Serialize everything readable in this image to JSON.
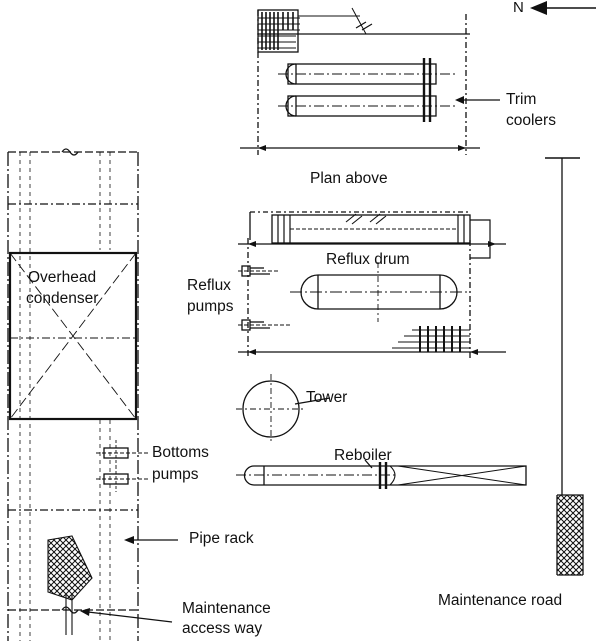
{
  "compass": {
    "label": "N"
  },
  "labels": {
    "trim_coolers": [
      "Trim",
      "coolers"
    ],
    "plan_above": "Plan above",
    "reflux_drum": "Reflux drum",
    "reflux_pumps": [
      "Reflux",
      "pumps"
    ],
    "overhead_condenser": [
      "Overhead",
      "condenser"
    ],
    "tower": "Tower",
    "reboiler": "Reboiler",
    "bottoms_pumps": [
      "Bottoms",
      "pumps"
    ],
    "pipe_rack": "Pipe rack",
    "maintenance_access_way": [
      "Maintenance",
      "access way"
    ],
    "maintenance_road": "Maintenance road"
  },
  "colors": {
    "line": "#111111",
    "background": "#ffffff"
  },
  "icons": [
    "north-arrow-icon"
  ]
}
